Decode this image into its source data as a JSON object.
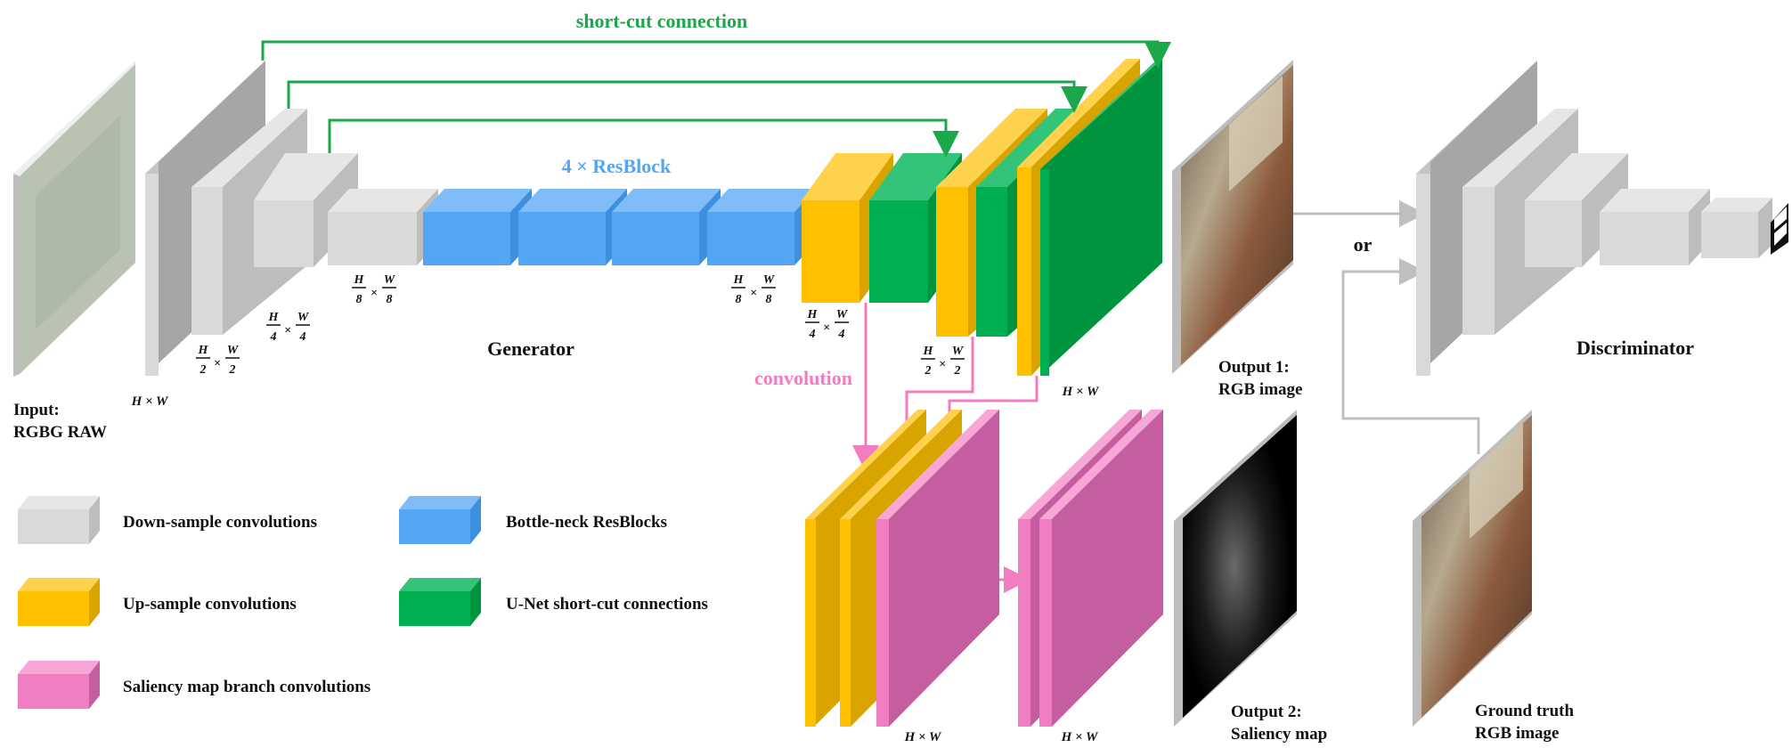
{
  "colors": {
    "gray_front": "#d9d9d9",
    "gray_top": "#e6e6e6",
    "gray_side": "#bdbdbd",
    "dark_front": "#c4c4c4",
    "dark_side": "#a6a6a6",
    "blue_front": "#55a5f5",
    "blue_top": "#7fbcf8",
    "blue_side": "#3f8fe0",
    "yellow_front": "#ffc000",
    "yellow_top": "#ffd24d",
    "yellow_side": "#d9a300",
    "green_front": "#00b050",
    "green_top": "#33c47a",
    "green_side": "#00943f",
    "pink_front": "#f07cc2",
    "pink_side": "#c45ea0",
    "shortcut_green": "#1aa84a",
    "conv_pink": "#f07cc2",
    "arrow_gray": "#bfbfbf"
  },
  "labels": {
    "shortcut": "short-cut connection",
    "resblock": "4 × ResBlock",
    "generator": "Generator",
    "discriminator": "Discriminator",
    "convolution": "convolution",
    "or": "or",
    "input_l1": "Input:",
    "input_l2": "RGBG RAW",
    "out1_l1": "Output 1:",
    "out1_l2": "RGB image",
    "out2_l1": "Output 2:",
    "out2_l2": "Saliency map",
    "gt_l1": "Ground truth",
    "gt_l2": "RGB image"
  },
  "dims": {
    "hw": "H × W",
    "h": "H",
    "w": "W",
    "times": "×",
    "d2": "2",
    "d4": "4",
    "d8": "8"
  },
  "legend": [
    {
      "label": "Down-sample convolutions",
      "color": "gray"
    },
    {
      "label": "Bottle-neck ResBlocks",
      "color": "blue"
    },
    {
      "label": "Up-sample convolutions",
      "color": "yellow"
    },
    {
      "label": "U-Net short-cut connections",
      "color": "green"
    },
    {
      "label": "Saliency map branch convolutions",
      "color": "pink"
    }
  ]
}
